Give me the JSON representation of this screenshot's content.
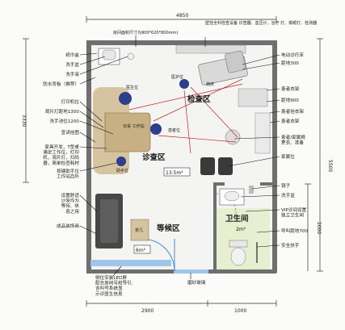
{
  "dimensions": {
    "top_total": "4850",
    "bottom_left": "2900",
    "bottom_right": "1000",
    "left_upper": "3330",
    "right_total": "5500",
    "right_lower": "2000",
    "middle": "1000"
  },
  "zones": {
    "exam": "检查区",
    "consult": "诊查区",
    "waiting": "等候区",
    "toilet": "卫生间",
    "toilet_area": "2m²"
  },
  "areas": {
    "main": "13.5m²",
    "waiting": "6m²"
  },
  "room_labels": {
    "doctor_desk": "诊桌\n工作站",
    "assistant_seat": "助手位",
    "doctor_seat": "医生位",
    "nurse_seat": "医护位",
    "patient_seat": "患者位",
    "bed": "病床",
    "coffee_table": "茶几"
  },
  "callouts_left": [
    "纸巾盒",
    "洗手盆",
    "洗手液",
    "防水背板（推荐）",
    "打印机位",
    "观片灯距地1300",
    "洗手池位1200",
    "宣讲挂图",
    "家具开发，T型桌\n满足工作位，打印\n机，观片灯，扫码\n器，简单检查耗材",
    "按键助手位\n工作站自外",
    "设置舒适\n沙发作为\n等待、休\n息之用",
    "成品装饰画"
  ],
  "callouts_right": [
    "电动诊疗床",
    "距地300",
    "患者衣架",
    "距地900",
    "患者挂衣架",
    "患者衣架",
    "患者/家属椅\n更衣、准备",
    "家属位",
    "镜子",
    "洗手盆",
    "VIP诊间设置\n独立卫生间",
    "呼叫距地700",
    "安全扶手"
  ],
  "callouts_top": [
    "房间面积尺寸为900*620*800mm)",
    "壁挂全科检查设备\n诊查器、血压计、治疗\n灯、檢眼灯、检测器"
  ],
  "callouts_bottom": [
    "倒位安装LED屏\n配合房间号和导引,\n含叫号系统显\n示诊医生信息",
    "磨砂玻璃"
  ]
}
